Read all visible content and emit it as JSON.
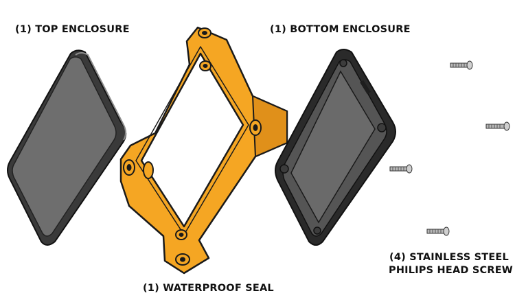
{
  "labels": {
    "top_enclosure": "(1) TOP ENCLOSURE",
    "bottom_enclosure": "(1) BOTTOM ENCLOSURE",
    "waterproof_seal": "(1) WATERPROOF SEAL",
    "screw_line1": "(4) STAINLESS STEEL",
    "screw_line2": "PHILIPS HEAD SCREW"
  },
  "colors": {
    "enclosure_face": "#6e6e6e",
    "enclosure_rim": "#2a2a2a",
    "seal_orange": "#f5a623",
    "seal_outline": "#1a1a1a",
    "screw_metal": "#b8b8b8"
  },
  "parts": [
    {
      "name": "top-enclosure",
      "shape": "rounded-rhombus-tray"
    },
    {
      "name": "waterproof-seal",
      "shape": "frame-with-mounting-tabs"
    },
    {
      "name": "bottom-enclosure",
      "shape": "rounded-rhombus-tray"
    },
    {
      "name": "screw",
      "count": 4
    }
  ]
}
